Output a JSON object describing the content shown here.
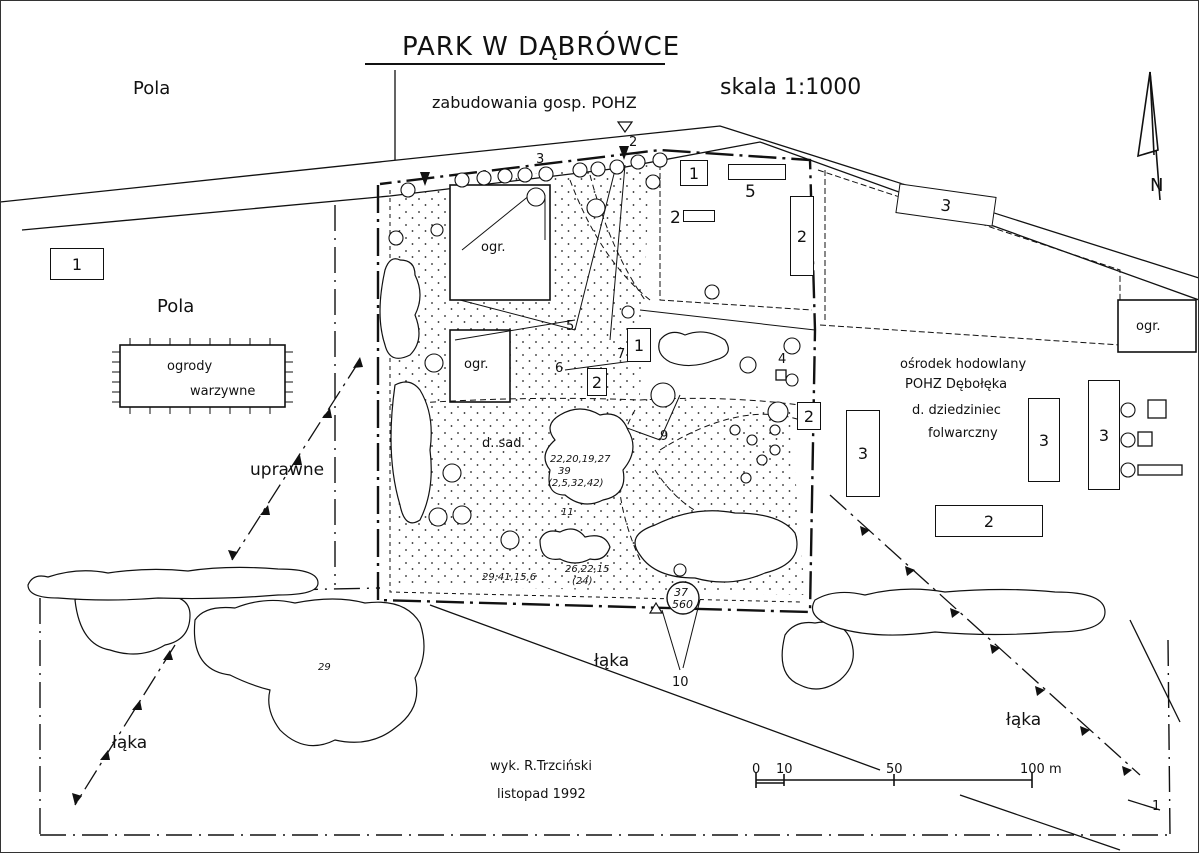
{
  "title": "PARK W DĄBRÓWCE",
  "scale": "skala 1:1000",
  "north": "N",
  "labels": {
    "pola_top": "Pola",
    "pola_mid": "Pola",
    "zabudowania": "zabudowania gosp. POHZ",
    "ogrody": "ogrody",
    "warzywne": "warzywne",
    "uprawne": "uprawne",
    "ogr_a": "ogr.",
    "ogr_b": "ogr.",
    "ogr_c": "ogr.",
    "d_sad": "d. sad",
    "osrodek_1": "ośrodek hodowlany",
    "osrodek_2": "POHZ Dębołęka",
    "osrodek_3": "d. dziedziniec",
    "osrodek_4": "folwarczny",
    "laka_left": "łąka",
    "laka_center": "łąka",
    "laka_right": "łąka",
    "author": "wyk. R.Trzciński",
    "date": "listopad 1992"
  },
  "annotations": {
    "species_a": "22,20,19,27",
    "species_b": "39",
    "species_c": "(2,5,32,42)",
    "species_d": "29,41,15,6",
    "species_e": "26,22,15",
    "species_f": "(24)",
    "num_29": "29",
    "num_11": "11",
    "tree_37": "37",
    "tree_560": "560"
  },
  "markers": {
    "m1": "1",
    "m2": "2",
    "m3": "3",
    "m4": "4",
    "m5": "5",
    "m6": "6",
    "m7": "7",
    "m9": "9",
    "m10": "10",
    "m1b": "1"
  },
  "buildings": {
    "b1_left": "1",
    "b1_top": "1",
    "b2_small": "2",
    "b5": "5",
    "b2_right": "2",
    "b3_top": "3",
    "b1_center": "1",
    "b2_center": "2",
    "b2_east": "2",
    "b3_a": "3",
    "b3_b": "3",
    "b3_c": "3",
    "b2_bottom": "2"
  },
  "scalebar": {
    "t0": "0",
    "t10": "10",
    "t50": "50",
    "t100": "100 m"
  }
}
